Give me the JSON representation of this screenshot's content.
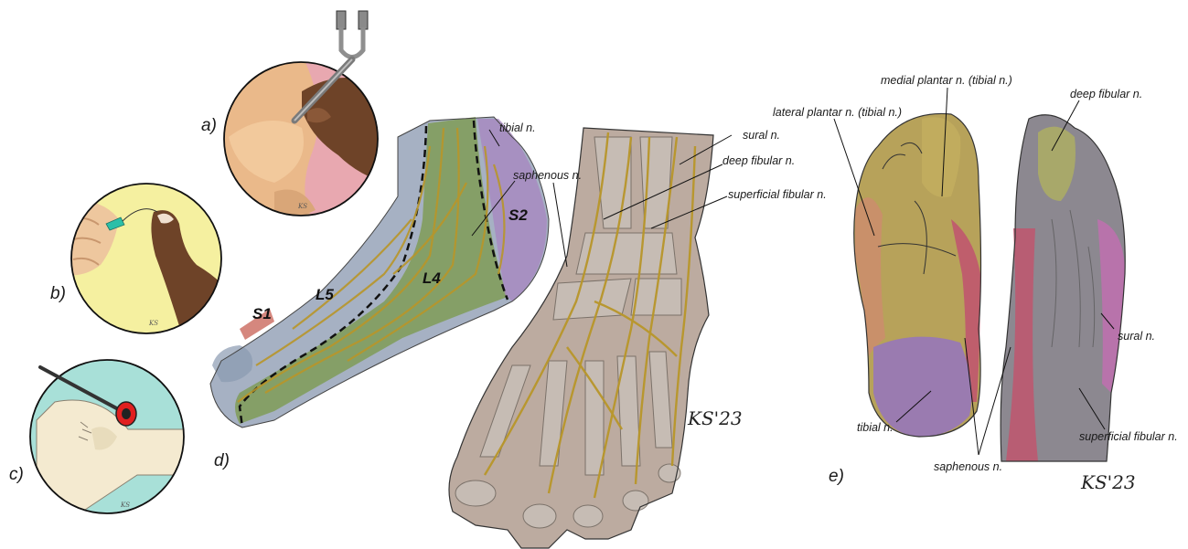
{
  "panels": {
    "a": "a)",
    "b": "b)",
    "c": "c)",
    "d": "d)",
    "e": "e)"
  },
  "dermatomes": {
    "s1": "S1",
    "l5": "L5",
    "l4": "L4",
    "s2": "S2"
  },
  "nerve_labels_d": {
    "tibial": "tibial n.",
    "saphenous": "saphenous n.",
    "sural": "sural n.",
    "deep_fibular": "deep fibular n.",
    "superficial_fibular": "superficial fibular n."
  },
  "nerve_labels_e": {
    "medial_plantar": "medial plantar n. (tibial n.)",
    "lateral_plantar": "lateral plantar n. (tibial n.)",
    "deep_fibular": "deep fibular n.",
    "sural": "sural n.",
    "tibial": "tibial n.",
    "saphenous": "saphenous n.",
    "superficial_fibular": "superficial fibular n."
  },
  "signatures": {
    "d": "KS'23",
    "e": "KS'23"
  },
  "colors": {
    "nerve": "#b8962a",
    "tibial_zone": "#9a7bb0",
    "saphenous_zone": "#c0566e",
    "sural_zone": "#c070b0",
    "superficial_fibular_zone": "#8c8890",
    "deep_fibular_zone": "#a8a86a",
    "medial_plantar_zone": "#b7a25a",
    "lateral_plantar_zone": "#c9906a",
    "circle_a_bg": "#e8a8b0",
    "circle_b_bg": "#f5f0a0",
    "circle_c_bg": "#a8e0d8"
  }
}
